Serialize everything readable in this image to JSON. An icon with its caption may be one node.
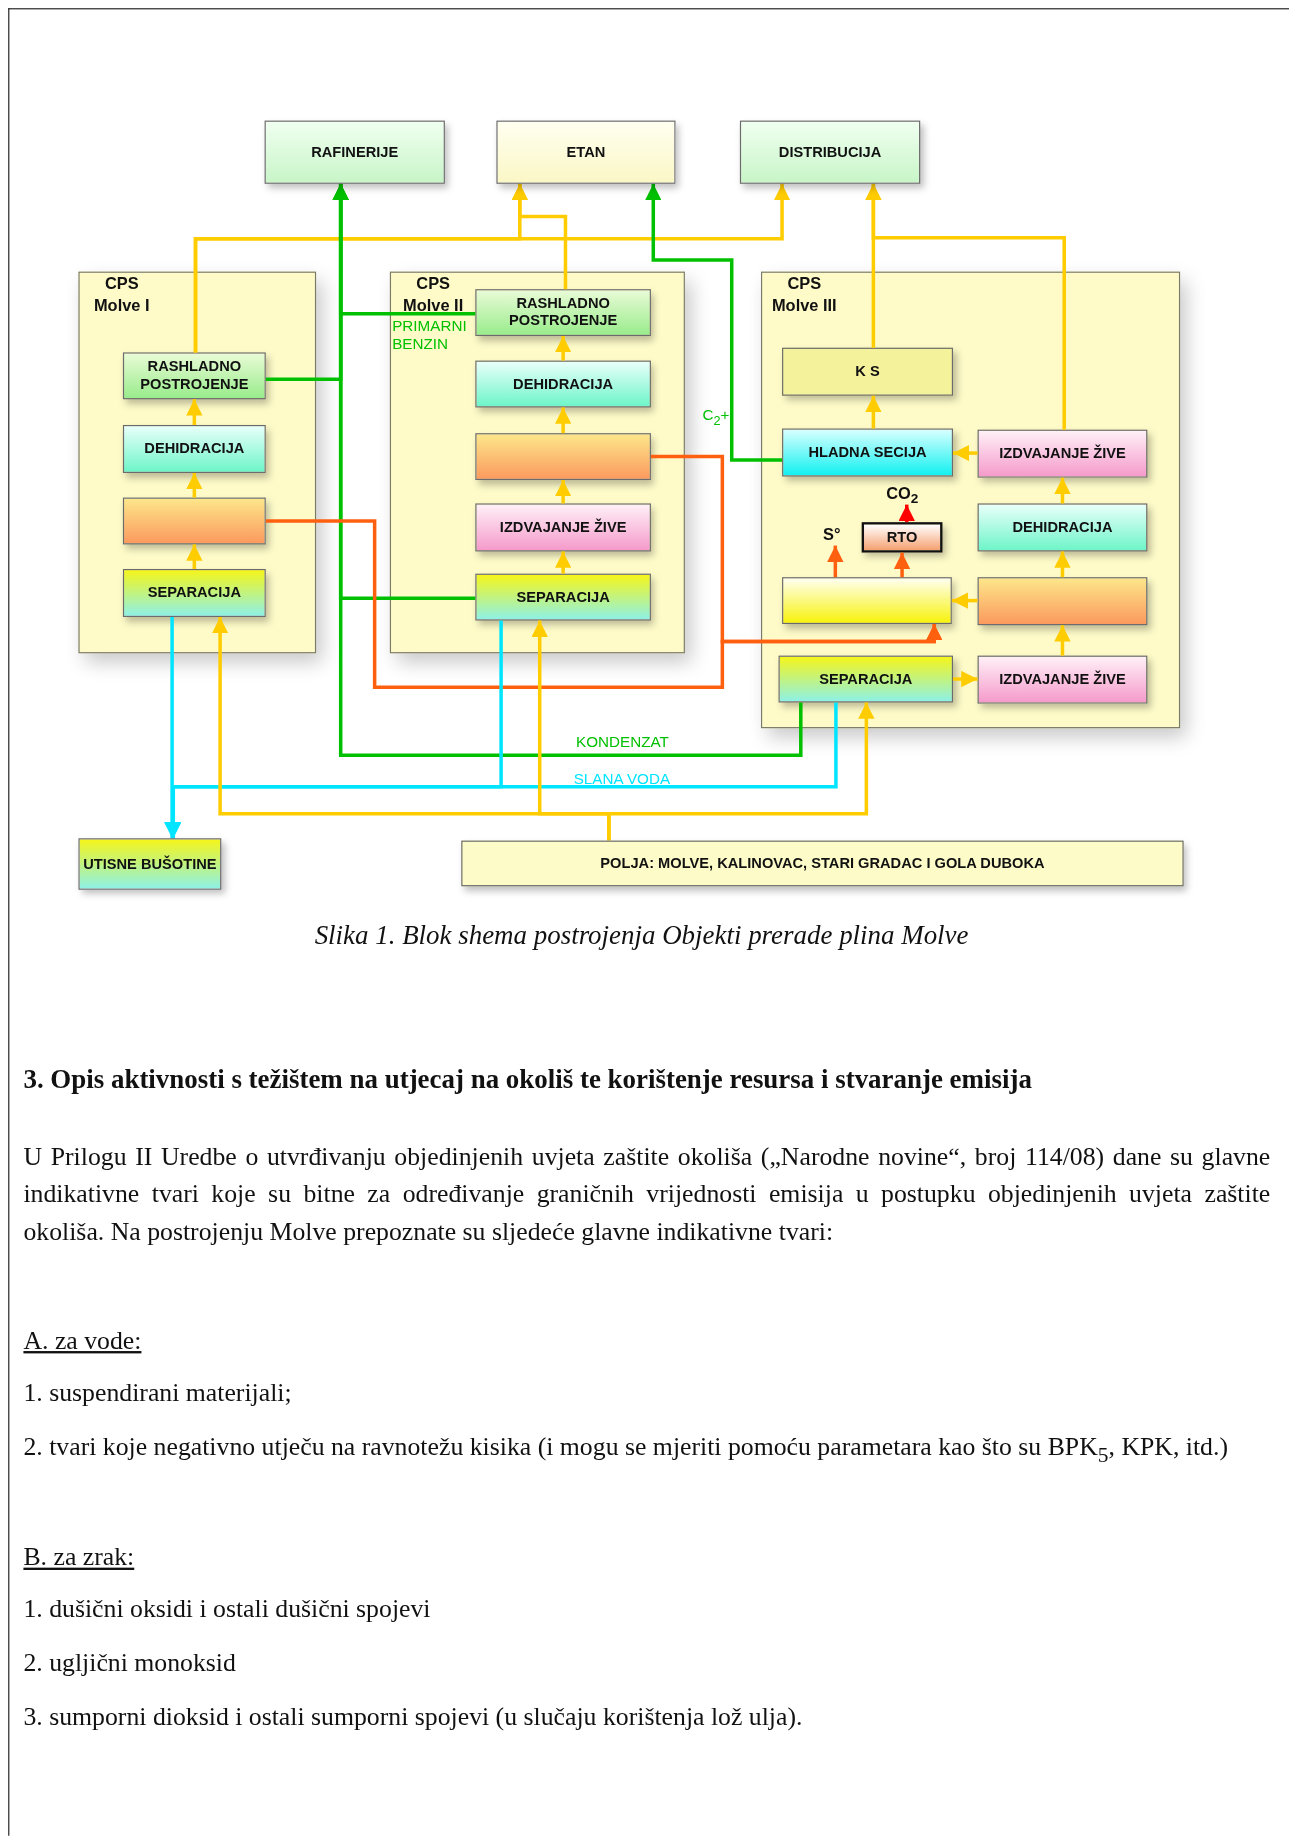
{
  "diagram": {
    "caption": "Slika 1. Blok shema postrojenja Objekti prerade plina Molve",
    "nodes": [
      {
        "text": [
          "RAFINERIJE"
        ]
      },
      {
        "text": [
          "ETAN"
        ]
      },
      {
        "text": [
          "DISTRIBUCIJA"
        ]
      },
      {
        "text": [
          "CPS Molve I"
        ]
      },
      {
        "text": [
          "RASHLADNO POSTROJENJE"
        ],
        "in": 3
      },
      {
        "text": [
          "DEHIDRACIJA"
        ],
        "in": 3
      },
      {
        "text": [],
        "shape": "box",
        "in": 3
      },
      {
        "text": [
          "SEPARACIJA"
        ],
        "in": 3
      },
      {
        "text": [
          "CPS Molve II"
        ]
      },
      {
        "text": [
          "RASHLADNO POSTROJENJE"
        ],
        "in": 8
      },
      {
        "text": [
          "DEHIDRACIJA"
        ],
        "in": 8
      },
      {
        "text": [],
        "shape": "box",
        "in": 8
      },
      {
        "text": [
          "IZDVAJANJE ŽIVE"
        ],
        "in": 8
      },
      {
        "text": [
          "SEPARACIJA"
        ],
        "in": 8
      },
      {
        "text": [
          "CPS Molve III"
        ]
      },
      {
        "text": [
          "K S"
        ],
        "in": 14
      },
      {
        "text": [
          "HLADNA SECIJA"
        ],
        "in": 14
      },
      {
        "text": [
          "IZDVAJANJE ŽIVE"
        ],
        "in": 14
      },
      {
        "text": [
          "RTO"
        ],
        "in": 14
      },
      {
        "text": [
          "DEHIDRACIJA"
        ],
        "in": 14
      },
      {
        "text": [],
        "shape": "box",
        "in": 14
      },
      {
        "text": [],
        "shape": "box",
        "in": 14
      },
      {
        "text": [
          "SEPARACIJA"
        ],
        "in": 14
      },
      {
        "text": [
          "IZDVAJANJE ŽIVE"
        ],
        "in": 14
      },
      {
        "text": [
          "UTISNE BUŠOTINE"
        ]
      },
      {
        "text": [
          "POLJA: MOLVE, KALINOVAC, STARI GRADAC I GOLA DUBOKA"
        ]
      },
      {
        "text": [
          "S°"
        ],
        "in": 14
      },
      {
        "text": [
          "CO$_{2}$"
        ],
        "in": 14
      }
    ],
    "edges": [
      {
        "from": 7,
        "to": 6,
        "arrow": "to"
      },
      {
        "from": 6,
        "to": 5,
        "arrow": "to"
      },
      {
        "from": 5,
        "to": 4,
        "arrow": "to"
      },
      {
        "from": 13,
        "to": 12,
        "arrow": "to"
      },
      {
        "from": 12,
        "to": 11,
        "arrow": "to"
      },
      {
        "from": 11,
        "to": 10,
        "arrow": "to"
      },
      {
        "from": 10,
        "to": 9,
        "arrow": "to"
      },
      {
        "from": 22,
        "to": 23,
        "arrow": "to"
      },
      {
        "from": 23,
        "to": 21,
        "arrow": "to"
      },
      {
        "from": 21,
        "to": 19,
        "arrow": "to"
      },
      {
        "from": 19,
        "to": 17,
        "arrow": "to"
      },
      {
        "from": 17,
        "to": 16,
        "arrow": "to"
      },
      {
        "from": 16,
        "to": 15,
        "arrow": "to"
      },
      {
        "from": 21,
        "to": 20,
        "arrow": "to"
      },
      {
        "from": 20,
        "to": 26,
        "arrow": "to",
        "color": "#ff6010"
      },
      {
        "from": 20,
        "to": 18,
        "arrow": "to",
        "color": "#ff6010"
      },
      {
        "from": 18,
        "to": 27,
        "arrow": "to",
        "color": "#ff0000"
      },
      {
        "from": 4,
        "to": 2,
        "arrow": "to"
      },
      {
        "from": 4,
        "to": 1,
        "arrow": "to"
      },
      {
        "from": 9,
        "to": 1,
        "arrow": "to"
      },
      {
        "from": 15,
        "to": 2,
        "arrow": "to"
      },
      {
        "from": 17,
        "to": 2,
        "arrow": "to"
      },
      {
        "from": 4,
        "to": 0,
        "arrow": "to",
        "color": "#00c000"
      },
      {
        "from": 9,
        "to": 0,
        "arrow": "to",
        "color": "#00c000",
        "label": "PRIMARNI BENZIN"
      },
      {
        "from": 13,
        "to": 0,
        "arrow": "to",
        "color": "#00c000"
      },
      {
        "from": 22,
        "to": 0,
        "arrow": "to",
        "color": "#00c000",
        "label": "KONDENZAT"
      },
      {
        "from": 16,
        "to": 1,
        "arrow": "to",
        "color": "#00c000",
        "label": "C$_{2}$+"
      },
      {
        "from": 6,
        "to": 20,
        "arrow": "to",
        "color": "#ff6010"
      },
      {
        "from": 11,
        "to": 20,
        "arrow": "to",
        "color": "#ff6010"
      },
      {
        "from": 7,
        "to": 24,
        "arrow": "to",
        "color": "#00e5ff"
      },
      {
        "from": 13,
        "to": 24,
        "arrow": "to",
        "color": "#00e5ff"
      },
      {
        "from": 22,
        "to": 24,
        "arrow": "to",
        "color": "#00e5ff",
        "label": "SLANA VODA"
      },
      {
        "from": 25,
        "to": 7,
        "arrow": "to"
      },
      {
        "from": 25,
        "to": 13,
        "arrow": "to"
      },
      {
        "from": 25,
        "to": 22,
        "arrow": "to"
      }
    ],
    "labels": [
      "3. Opis aktivnosti s težištem na utjecaj na okoliš te korištenje resursa i stvaranje emisija",
      "U Prilogu II Uredbe o utvrđivanju objedinjenih uvjeta zaštite okoliša („Narodne novine“, broj 114/08) dane su glavne indikativne tvari koje su bitne za određivanje graničnih vrijednosti emisija u postupku objedinjenih uvjeta zaštite okoliša. Na postrojenju Molve prepoznate su sljedeće glavne indikativne tvari:",
      "A. za vode:",
      "1. suspendirani materijali;",
      "2. tvari koje negativno utječu na ravnotežu kisika (i mogu se mjeriti pomoću parametara kao što su BPK$_{5}$, KPK, itd.)",
      "B. za zrak:",
      "1. dušični oksidi i ostali dušični spojevi",
      "2. ugljični monoksid",
      "3. sumporni dioksid i ostali sumporni spojevi (u slučaju korištenja lož ulja)."
    ]
  }
}
